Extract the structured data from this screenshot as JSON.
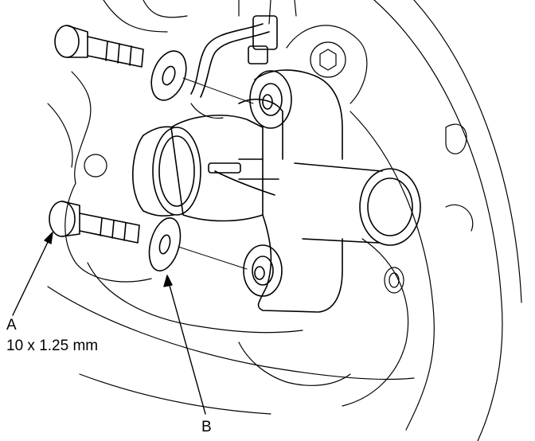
{
  "callouts": {
    "a": {
      "letter": "A",
      "spec": "10 x 1.25 mm"
    },
    "b": {
      "letter": "B"
    }
  }
}
